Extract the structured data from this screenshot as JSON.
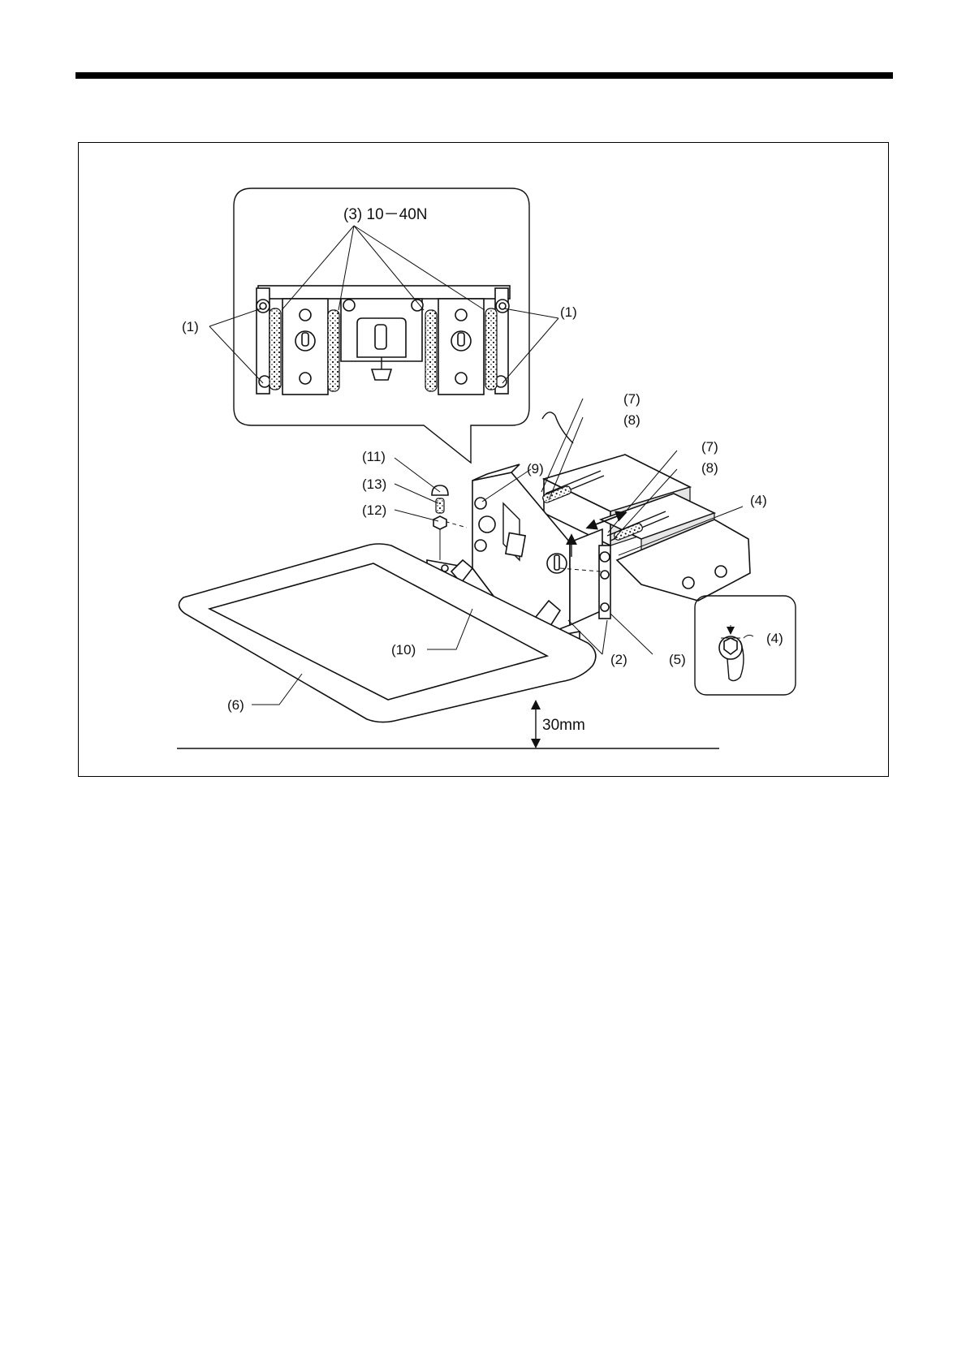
{
  "callouts": {
    "c1": "(1)",
    "c2": "(2)",
    "c3": "(3) 10－40N",
    "c4": "(4)",
    "c5": "(5)",
    "c6": "(6)",
    "c7": "(7)",
    "c8": "(8)",
    "c9": "(9)",
    "c10": "(10)",
    "c11": "(11)",
    "c12": "(12)",
    "c13": "(13)"
  },
  "dimension": "30mm"
}
